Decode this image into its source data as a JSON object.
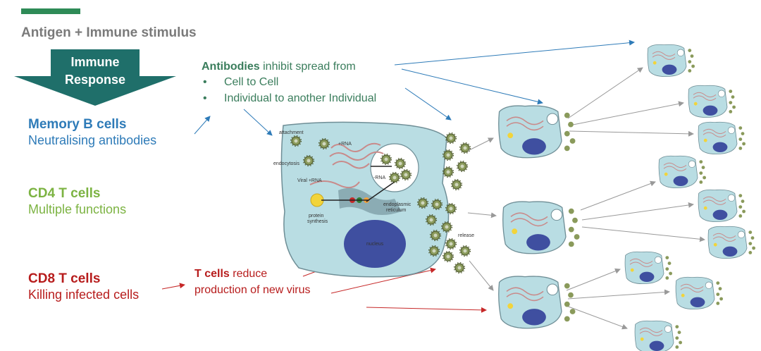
{
  "subtitle": "Antigen + Immune stimulus",
  "response": {
    "line1": "Immune",
    "line2": "Response"
  },
  "memory_b": {
    "title": "Memory B cells",
    "desc": "Neutralising antibodies"
  },
  "cd4": {
    "title": "CD4 T cells",
    "desc": "Multiple functions"
  },
  "cd8": {
    "title": "CD8 T cells",
    "desc": "Killing infected cells"
  },
  "antibodies": {
    "bold": "Antibodies",
    "rest": " inhibit spread from",
    "bullet": "•",
    "items": [
      "Cell to Cell",
      "Individual to another Individual"
    ]
  },
  "tcells": {
    "bold": "T cells",
    "rest": " reduce",
    "line2": "production of new virus"
  },
  "cell_labels": {
    "attachment": "attachment",
    "endocytosis": "endocytosis",
    "plus_rna": "+RNA",
    "minus_rna": "-RNA",
    "viral_rna": "Viral +RNA",
    "protein": "protein",
    "synthesis": "synthesis",
    "er1": "endoplasmic",
    "er2": "reticulum",
    "nucleus": "nucleus",
    "release": "release"
  },
  "colors": {
    "arrow_fill": "#1f6f6a",
    "memory_b": "#2e7bb8",
    "cd4": "#7cb342",
    "cd8": "#b71c1c",
    "antibody_text": "#3a7d5c",
    "cell_fill": "#b9dde3",
    "nucleus": "#3f4fa0"
  }
}
